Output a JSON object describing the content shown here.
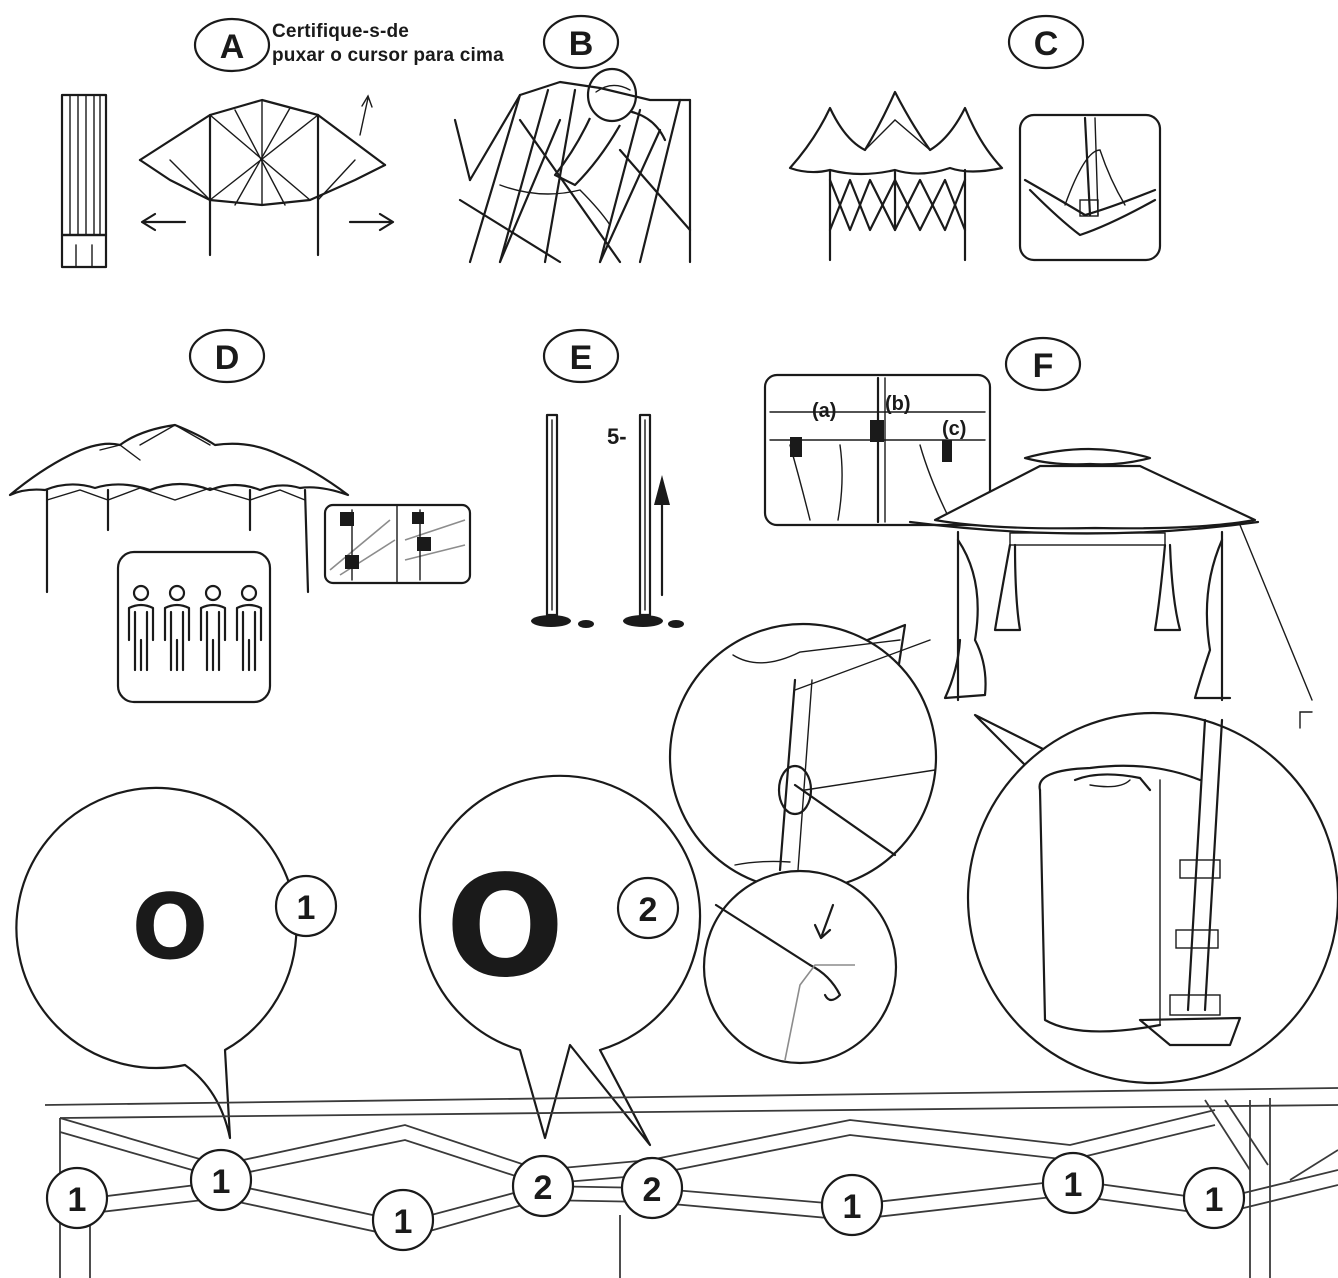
{
  "steps": {
    "a": {
      "label": "A",
      "note_line1": "Certifique-s-de",
      "note_line2": "puxar o cursor para cima"
    },
    "b": {
      "label": "B"
    },
    "c": {
      "label": "C"
    },
    "d": {
      "label": "D"
    },
    "e": {
      "label": "E",
      "marker": "5-"
    },
    "f": {
      "label": "F",
      "inset_labels": [
        "(a)",
        "(b)",
        "(c)"
      ]
    }
  },
  "joint_callouts": {
    "small": {
      "glyph": "O",
      "badge": "1"
    },
    "large": {
      "glyph": "O",
      "badge": "2"
    }
  },
  "frame_joints": [
    "1",
    "1",
    "1",
    "2",
    "2",
    "1",
    "1",
    "1"
  ],
  "icons": [
    "arrow-left-icon",
    "arrow-right-icon",
    "arrow-up-icon",
    "arrow-down-icon",
    "person-icon"
  ]
}
